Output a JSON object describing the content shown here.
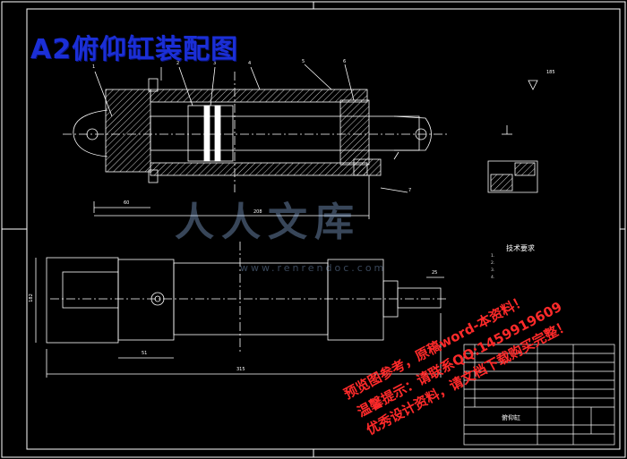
{
  "title": "A2俯仰缸装配图",
  "watermark": {
    "logo": "人人文库",
    "url": "www.renrendoc.com",
    "lines": [
      "预览图参考，原稿word-本资料！",
      "温馨提示：请联系QQ:1459919609",
      "优秀设计资料，请文档下载购买完整！"
    ]
  },
  "technical_requirements": {
    "title": "技术要求",
    "items": [
      "1.",
      "2.",
      "3.",
      "4."
    ]
  },
  "title_block": {
    "name": "俯仰缸"
  },
  "dimensions": {
    "d_60": "60",
    "d_208": "208",
    "d_51": "51",
    "d_315": "315",
    "d_25": "25",
    "d_182": "182",
    "d_185": "185"
  },
  "part_numbers": [
    "1",
    "2",
    "3",
    "4",
    "5",
    "6",
    "7"
  ],
  "colors": {
    "background": "#000000",
    "lines": "#ffffff",
    "title": "#1b2fd6",
    "watermark": "#ff2a2a"
  }
}
